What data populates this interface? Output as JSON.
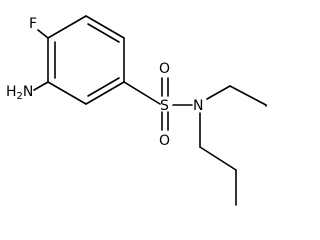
{
  "molecule": {
    "atoms": {
      "fluorine": "F",
      "amine_n": "N",
      "amine_h": "H",
      "amine_h_count": "2",
      "sulfur": "S",
      "oxygen_top": "O",
      "oxygen_bottom": "O",
      "amide_n": "N"
    },
    "colors": {
      "bond": "#000000",
      "label": "#000000",
      "background": "#ffffff"
    }
  }
}
